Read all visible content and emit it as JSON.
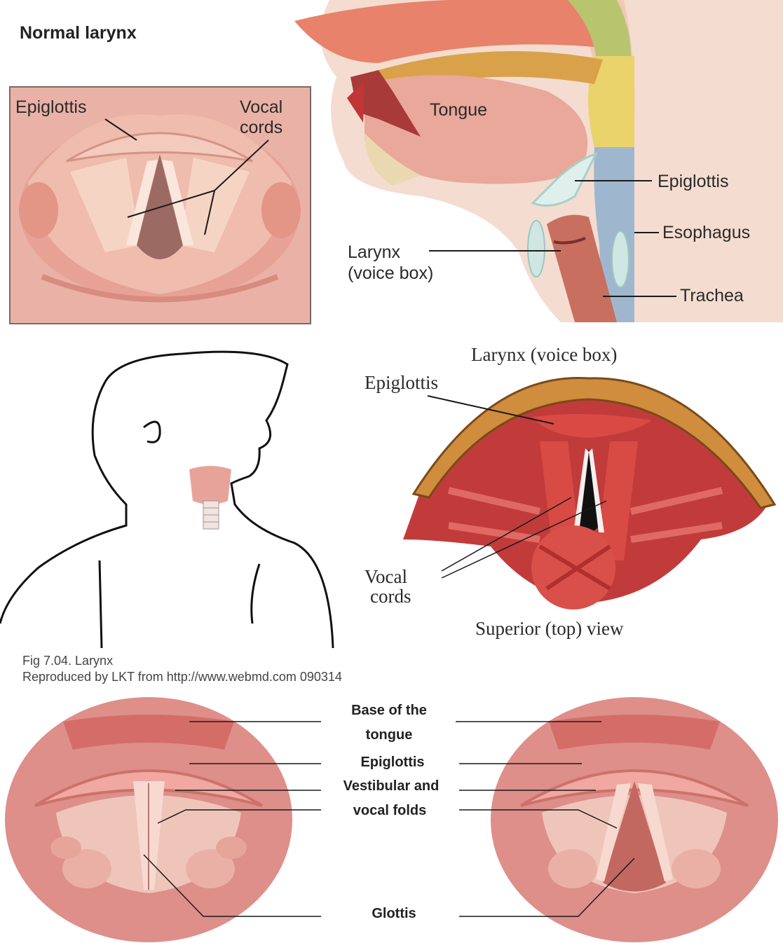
{
  "panel1": {
    "title": "Normal larynx",
    "inset_labels": {
      "epiglottis": "Epiglottis",
      "vocal_line1": "Vocal",
      "vocal_line2": "cords"
    },
    "side_labels": {
      "tongue": "Tongue",
      "epiglottis": "Epiglottis",
      "esophagus": "Esophagus",
      "larynx_line1": "Larynx",
      "larynx_line2": "(voice box)",
      "trachea": "Trachea"
    }
  },
  "panel2": {
    "title": "Larynx (voice box)",
    "epiglottis": "Epiglottis",
    "vocal_line1": "Vocal",
    "vocal_line2": "cords",
    "view": "Superior (top) view",
    "caption_line1": "Fig 7.04. Larynx",
    "caption_line2": "Reproduced by LKT from http://www.webmd.com 090314"
  },
  "panel3": {
    "base_line1": "Base of the",
    "base_line2": "tongue",
    "epiglottis": "Epiglottis",
    "vest_line1": "Vestibular and",
    "vest_line2": "vocal folds",
    "glottis": "Glottis"
  },
  "colors": {
    "tissue": "#e9a79c",
    "tissue_dark": "#c9675e",
    "muscle": "#c43a3a",
    "cartilage": "#c98a3a",
    "airway": "#6f4a45"
  }
}
